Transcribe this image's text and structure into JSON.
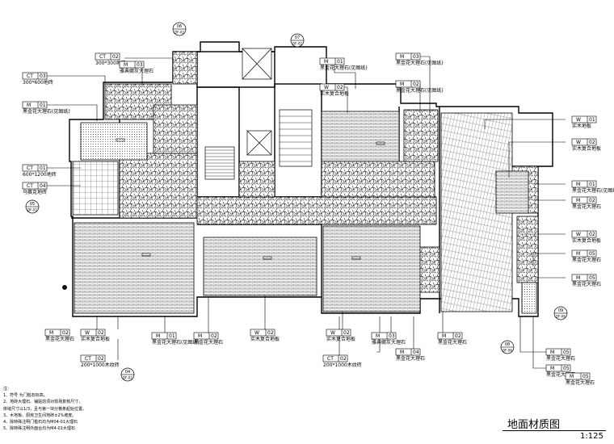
{
  "drawing": {
    "title": "地面材质图",
    "scale": "1:125"
  },
  "notes": [
    "注：",
    "1、符号    为门槛石标高。",
    "2、地砖大理石、铺贴前须对现场复核尺寸，",
    "   拼缝尺寸以1/3，且与第一块分格条起始位置。",
    "3、木地板、厨房卫生间地砖±2%坡度。",
    "4、除特殊注明门槛石均为M04-01大理石",
    "5、除特殊注明外面台均为M4-01大理石"
  ],
  "material_tags": [
    {
      "code": "CT",
      "num": "02",
      "desc": "300*300地砖"
    },
    {
      "code": "M",
      "num": "03",
      "desc": "雅典娜灰大理石"
    },
    {
      "code": "CT",
      "num": "03",
      "desc": "300*600地砖"
    },
    {
      "code": "M",
      "num": "01",
      "desc": "黑金花大理石(见图纸)"
    },
    {
      "code": "CT",
      "num": "01",
      "desc": "600*1200地砖"
    },
    {
      "code": "CT",
      "num": "04",
      "desc": "马赛克地砖"
    },
    {
      "code": "M",
      "num": "01",
      "desc": "黑金花大理石(见图纸)"
    },
    {
      "code": "W",
      "num": "02",
      "desc": "实木复合地板"
    },
    {
      "code": "M",
      "num": "03",
      "desc": "黑金花大理石(见图纸)"
    },
    {
      "code": "M",
      "num": "02",
      "desc": "黑金花大理石(见图纸)"
    },
    {
      "code": "W",
      "num": "01",
      "desc": "实木地板"
    },
    {
      "code": "W",
      "num": "02",
      "desc": "实木复合地板"
    },
    {
      "code": "M",
      "num": "01",
      "desc": "黑金花大理石(见图纸)"
    },
    {
      "code": "M",
      "num": "02",
      "desc": "黑金花大理石"
    },
    {
      "code": "W",
      "num": "02",
      "desc": "实木复合地板"
    },
    {
      "code": "M",
      "num": "05",
      "desc": "黑金花大理石"
    },
    {
      "code": "M",
      "num": "05",
      "desc": "黑金花大理石"
    },
    {
      "code": "M",
      "num": "02",
      "desc": "黑金花大理石"
    },
    {
      "code": "W",
      "num": "02",
      "desc": "实木复合地板"
    },
    {
      "code": "CT",
      "num": "02",
      "desc": "200*1000木纹砖"
    },
    {
      "code": "M",
      "num": "01",
      "desc": "黑金花大理石(见图纸)"
    },
    {
      "code": "M",
      "num": "02",
      "desc": "黑金花大理石"
    },
    {
      "code": "W",
      "num": "02",
      "desc": "实木复合地板"
    },
    {
      "code": "W",
      "num": "02",
      "desc": "实木复合地板"
    },
    {
      "code": "CT",
      "num": "02",
      "desc": "200*1000木纹砖"
    },
    {
      "code": "M",
      "num": "03",
      "desc": "雅典娜灰大理石"
    },
    {
      "code": "M",
      "num": "04",
      "desc": "黑金花大理石"
    },
    {
      "code": "M",
      "num": "02",
      "desc": "黑金花大理石"
    },
    {
      "code": "M",
      "num": "05",
      "desc": "黑金花大理石"
    },
    {
      "code": "M",
      "num": "05",
      "desc": "黑金花大理石"
    },
    {
      "code": "M",
      "num": "05",
      "desc": "黑金花大理石"
    }
  ],
  "section_markers": [
    {
      "num": "06",
      "sheet": "DF-02"
    },
    {
      "num": "07",
      "sheet": "DF-02"
    },
    {
      "num": "05",
      "sheet": "DF-02"
    },
    {
      "num": "04",
      "sheet": "DF-02"
    },
    {
      "num": "08",
      "sheet": "DF-06"
    },
    {
      "num": "09",
      "sheet": "DF-06"
    }
  ]
}
